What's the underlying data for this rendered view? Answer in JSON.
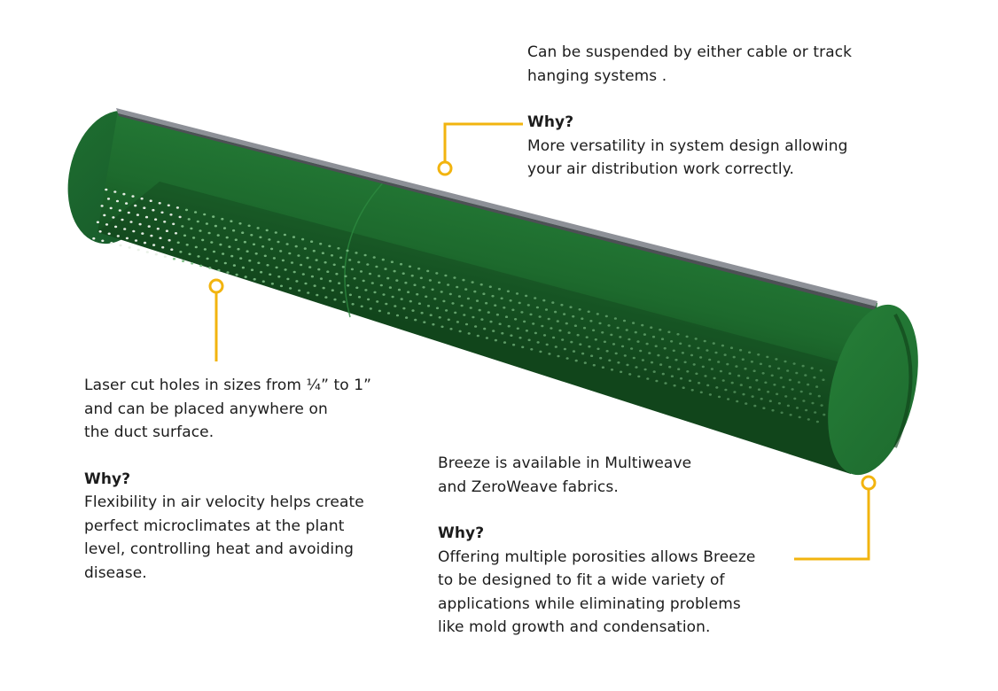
{
  "colors": {
    "duct_green": "#1f6b2e",
    "duct_dark": "#134a1e",
    "duct_end": "#237a34",
    "callout_yellow": "#f2b40f",
    "track_gray": "#8d9097",
    "text": "#1c1c1c"
  },
  "callouts": {
    "top": {
      "lines": [
        "Can be suspended by either cable or track",
        "hanging systems ."
      ],
      "why_label": "Why?",
      "why_lines": [
        "More versatility in system design allowing",
        "your air distribution work correctly."
      ]
    },
    "left": {
      "lines": [
        "Laser cut holes in sizes from ¼” to 1”",
        "and can be placed anywhere on",
        "the duct surface."
      ],
      "why_label": "Why?",
      "why_lines": [
        "Flexibility in air velocity helps create",
        "perfect microclimates at the plant",
        "level, controlling heat and avoiding",
        "disease."
      ]
    },
    "bottom": {
      "lines": [
        "Breeze is available in Multiweave",
        "and ZeroWeave fabrics."
      ],
      "why_label": "Why?",
      "why_lines": [
        "Offering multiple porosities allows Breeze",
        "to be designed to fit a wide variety of",
        "applications while eliminating problems",
        "like mold growth and condensation."
      ]
    }
  }
}
